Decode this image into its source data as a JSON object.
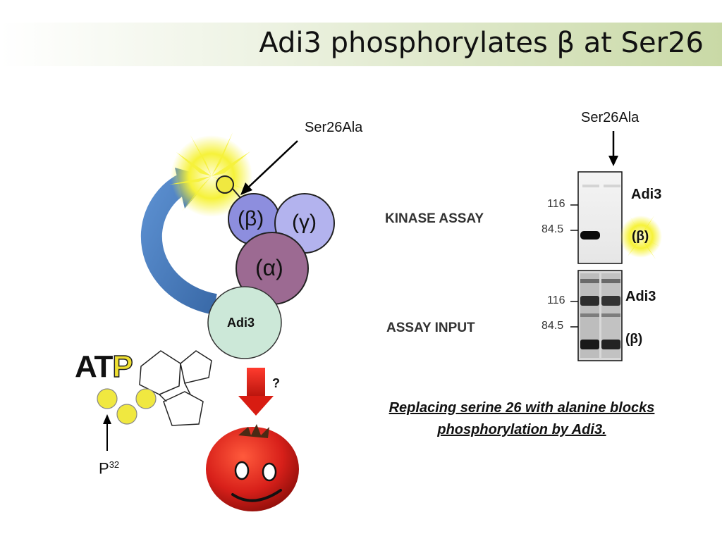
{
  "slide": {
    "title": "Adi3 phosphorylates β at Ser26",
    "colors": {
      "header_accent": "#c9d9a6",
      "arrow_blue": "#4a7dbd",
      "beta": "#8d8ede",
      "gamma": "#b3b3ee",
      "alpha": "#9c6a92",
      "adi3": "#cce8d8",
      "phospho": "#f0e840",
      "down_arrow": "#e0241a"
    }
  },
  "diagram": {
    "ser26_label": "Ser26Ala",
    "beta_label": "(β)",
    "gamma_label": "(γ)",
    "alpha_label": "(α)",
    "adi3_label": "Adi3",
    "atp_prefix": "AT",
    "atp_p": "P",
    "p32_base": "P",
    "p32_sup": "32",
    "question": "?",
    "icons": [
      "sunburst-icon",
      "phosphate-icon",
      "tomato-face-icon",
      "red-down-arrow-icon",
      "curved-arrow-icon"
    ]
  },
  "gel": {
    "ser26_label": "Ser26Ala",
    "kinase_assay": "KINASE ASSAY",
    "assay_input": "ASSAY INPUT",
    "top_marker_116": "116",
    "top_marker_845": "84.5",
    "bottom_marker_116": "116",
    "bottom_marker_845": "84.5",
    "top_adi3": "Adi3",
    "top_beta": "(β)",
    "bottom_adi3": "Adi3",
    "bottom_beta": "(β)"
  },
  "caption": {
    "line1": "Replacing serine 26 with alanine blocks",
    "line2": "phosphorylation by Adi3."
  }
}
